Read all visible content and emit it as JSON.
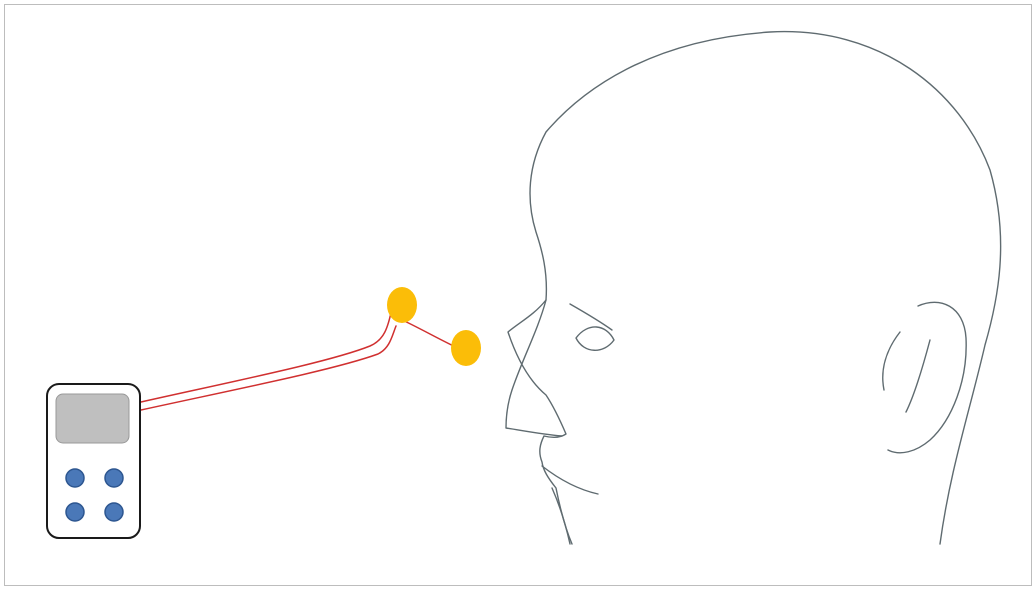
{
  "diagram": {
    "frame_color": "#bdbdbd",
    "device": {
      "body_fill": "#ffffff",
      "body_stroke": "#1a1a1a",
      "screen_fill": "#bfbfbf",
      "screen_stroke": "#999999",
      "button_fill": "#4a78b8",
      "button_stroke": "#2d5690",
      "button_count": 4
    },
    "leads": {
      "wire_color": "#d03030",
      "wire_count": 2
    },
    "electrodes": {
      "fill": "#fbbd08",
      "count": 2
    },
    "head": {
      "outline_color": "#5f6b70",
      "view": "profile-facing-left"
    }
  }
}
